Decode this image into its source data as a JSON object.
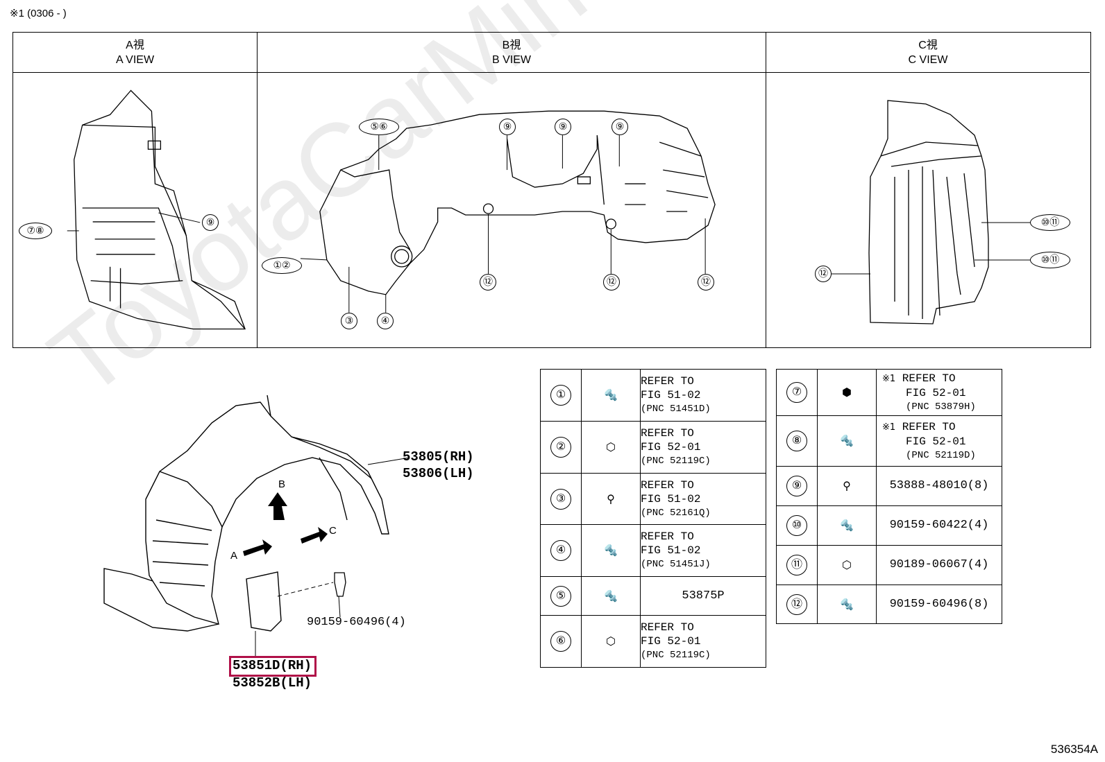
{
  "note": "※1 (0306 -     )",
  "figure_no": "536354A",
  "watermark": "ToyotaCarMine.ru",
  "views": [
    {
      "title_jp": "A視",
      "title": "A VIEW"
    },
    {
      "title_jp": "B視",
      "title": "B VIEW"
    },
    {
      "title_jp": "C視",
      "title": "C VIEW"
    }
  ],
  "callouts": {
    "a_78": "⑦⑧",
    "a_9": "⑨",
    "b_56": "⑤⑥",
    "b_9a": "⑨",
    "b_9b": "⑨",
    "b_9c": "⑨",
    "b_12": "①②",
    "b_3": "③",
    "b_4": "④",
    "b_12a": "⑫",
    "b_12b": "⑫",
    "b_12c": "⑫",
    "c_1011a": "⑩⑪",
    "c_1011b": "⑩⑪",
    "c_12": "⑫"
  },
  "main": {
    "part_rh": "53805(RH)",
    "part_lh": "53806(LH)",
    "mud_rh": "53851D(RH)",
    "mud_lh": "53852B(LH)",
    "bolt": "90159-60496(4)",
    "arrow_a": "A",
    "arrow_b": "B",
    "arrow_c": "C"
  },
  "table_left": [
    {
      "num": "①",
      "line1": "REFER TO",
      "line2": "FIG 51-02",
      "pnc": "(PNC 51451D)"
    },
    {
      "num": "②",
      "line1": "REFER TO",
      "line2": "FIG 52-01",
      "pnc": "(PNC 52119C)"
    },
    {
      "num": "③",
      "line1": "REFER TO",
      "line2": "FIG 51-02",
      "pnc": "(PNC 52161Q)"
    },
    {
      "num": "④",
      "line1": "REFER TO",
      "line2": "FIG 51-02",
      "pnc": "(PNC 51451J)"
    },
    {
      "num": "⑤",
      "single": "53875P"
    },
    {
      "num": "⑥",
      "line1": "REFER TO",
      "line2": "FIG 52-01",
      "pnc": "(PNC 52119C)"
    }
  ],
  "table_right": [
    {
      "num": "⑦",
      "mark": "※1",
      "line1": "REFER TO",
      "line2": "FIG 52-01",
      "pnc": "(PNC 53879H)"
    },
    {
      "num": "⑧",
      "mark": "※1",
      "line1": "REFER TO",
      "line2": "FIG 52-01",
      "pnc": "(PNC 52119D)"
    },
    {
      "num": "⑨",
      "single": "53888-48010(8)"
    },
    {
      "num": "⑩",
      "single": "90159-60422(4)"
    },
    {
      "num": "⑪",
      "single": "90189-06067(4)"
    },
    {
      "num": "⑫",
      "single": "90159-60496(8)"
    }
  ]
}
